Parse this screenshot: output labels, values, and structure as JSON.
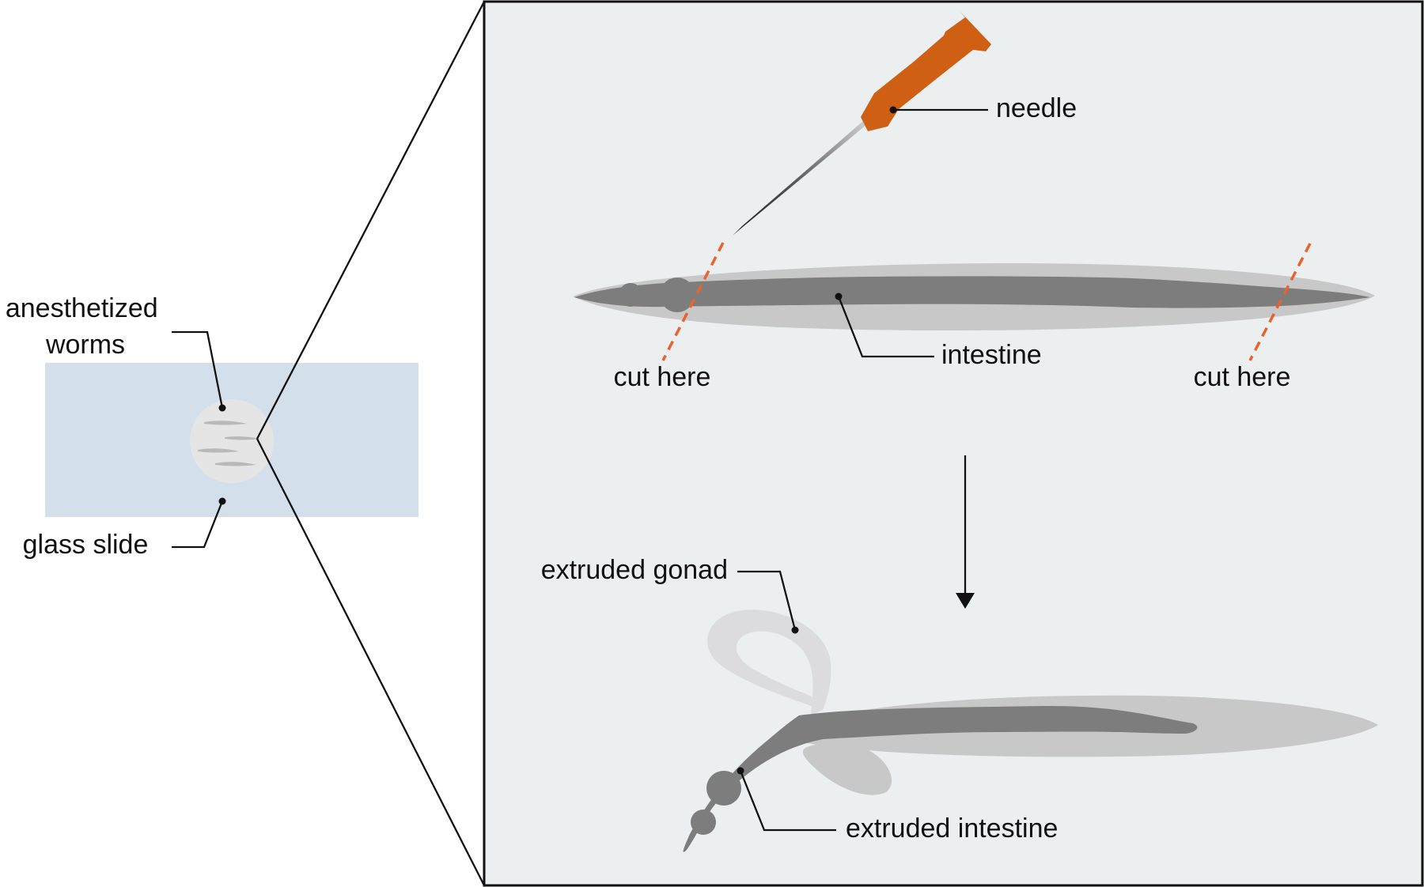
{
  "labels": {
    "anesthetized_line1": "anesthetized",
    "anesthetized_line2": "worms",
    "glass_slide": "glass slide",
    "needle": "needle",
    "cut_here_left": "cut here",
    "cut_here_right": "cut here",
    "intestine": "intestine",
    "extruded_gonad": "extruded gonad",
    "extruded_intestine": "extruded intestine"
  },
  "colors": {
    "slide": "#d4dfec",
    "droplet": "#e5e5e5",
    "panel_bg": "#ebeff0",
    "needle_hub": "#cf5f12",
    "cut_line": "#e8632d",
    "worm_body": "#c8c8c8",
    "intestine": "#7d7d7d",
    "gonad": "#dcdcde"
  },
  "icons": {
    "needle": "syringe-needle-icon",
    "arrow": "arrow-down-icon"
  }
}
